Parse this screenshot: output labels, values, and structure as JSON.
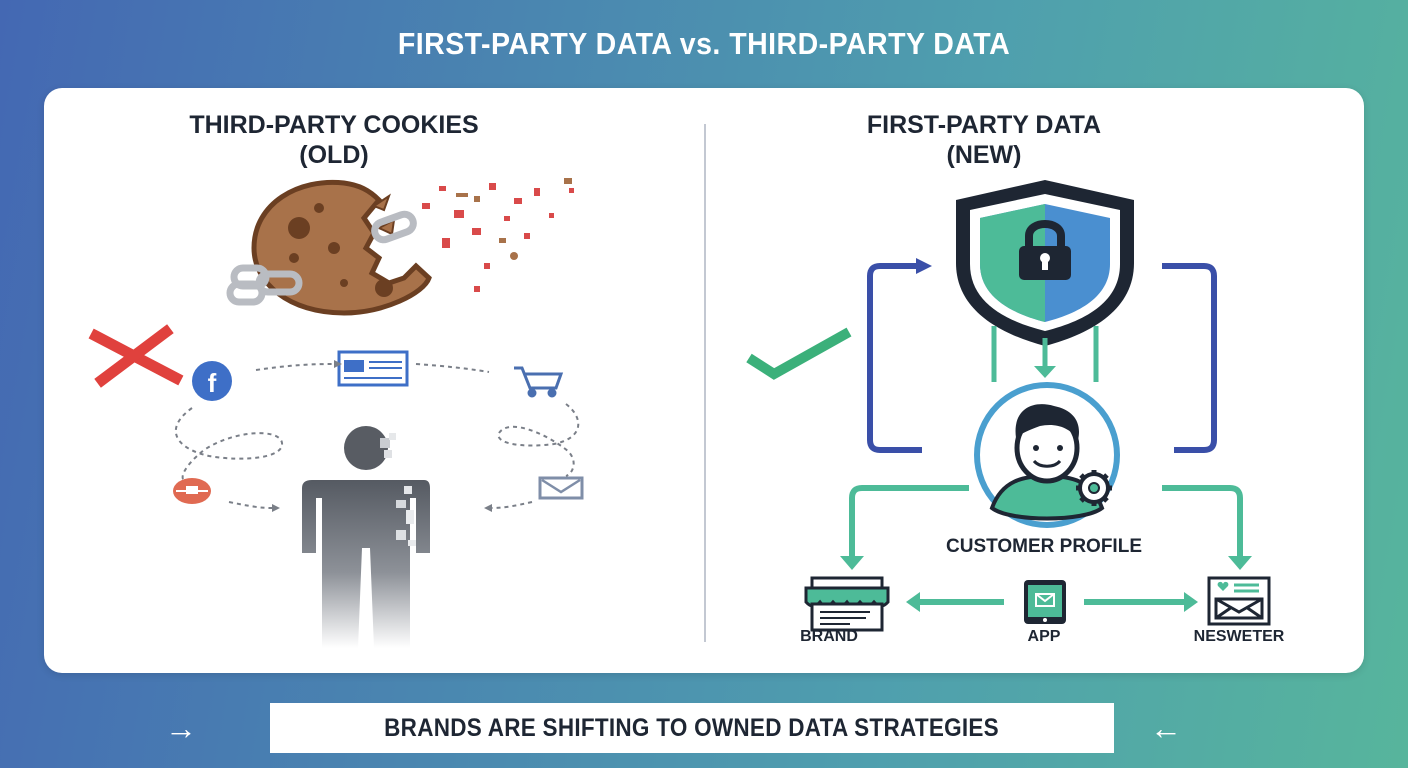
{
  "header": {
    "title": "FIRST-PARTY DATA vs. THIRD-PARTY DATA"
  },
  "left_panel": {
    "title": "THIRD-PARTY COOKIES",
    "subtitle": "(OLD)",
    "status_icon": "x-mark-icon",
    "status_color": "#e0413d",
    "illustrations": [
      "broken-cookie-icon",
      "broken-chain-icon",
      "pixelated-person-icon"
    ],
    "tracking_sources": [
      {
        "icon": "facebook-icon",
        "color": "#3e6fc7"
      },
      {
        "icon": "webpage-icon",
        "color": "#3e6fc7"
      },
      {
        "icon": "shopping-cart-icon",
        "color": "#4a6fb0"
      },
      {
        "icon": "email-icon",
        "color": "#7f8ea8"
      },
      {
        "icon": "broken-badge-icon",
        "color": "#e06a52"
      }
    ]
  },
  "right_panel": {
    "title": "FIRST-PARTY DATA",
    "subtitle": "(NEW)",
    "status_icon": "check-mark-icon",
    "status_color": "#3bb07a",
    "center_icon": "shield-lock-icon",
    "profile_label": "CUSTOMER PROFILE",
    "channels": [
      {
        "label": "BRAND",
        "icon": "storefront-icon"
      },
      {
        "label": "APP",
        "icon": "mobile-app-icon"
      },
      {
        "label": "NESWETER",
        "icon": "newsletter-icon"
      }
    ],
    "colors": {
      "teal": "#4dbb98",
      "blue": "#4a8fd0",
      "navy": "#3a4fa8",
      "dark": "#1e2633"
    }
  },
  "footer": {
    "banner_text": "BRANDS ARE SHIFTING TO OWNED DATA STRATEGIES",
    "left_arrow": "→",
    "right_arrow": "←"
  }
}
